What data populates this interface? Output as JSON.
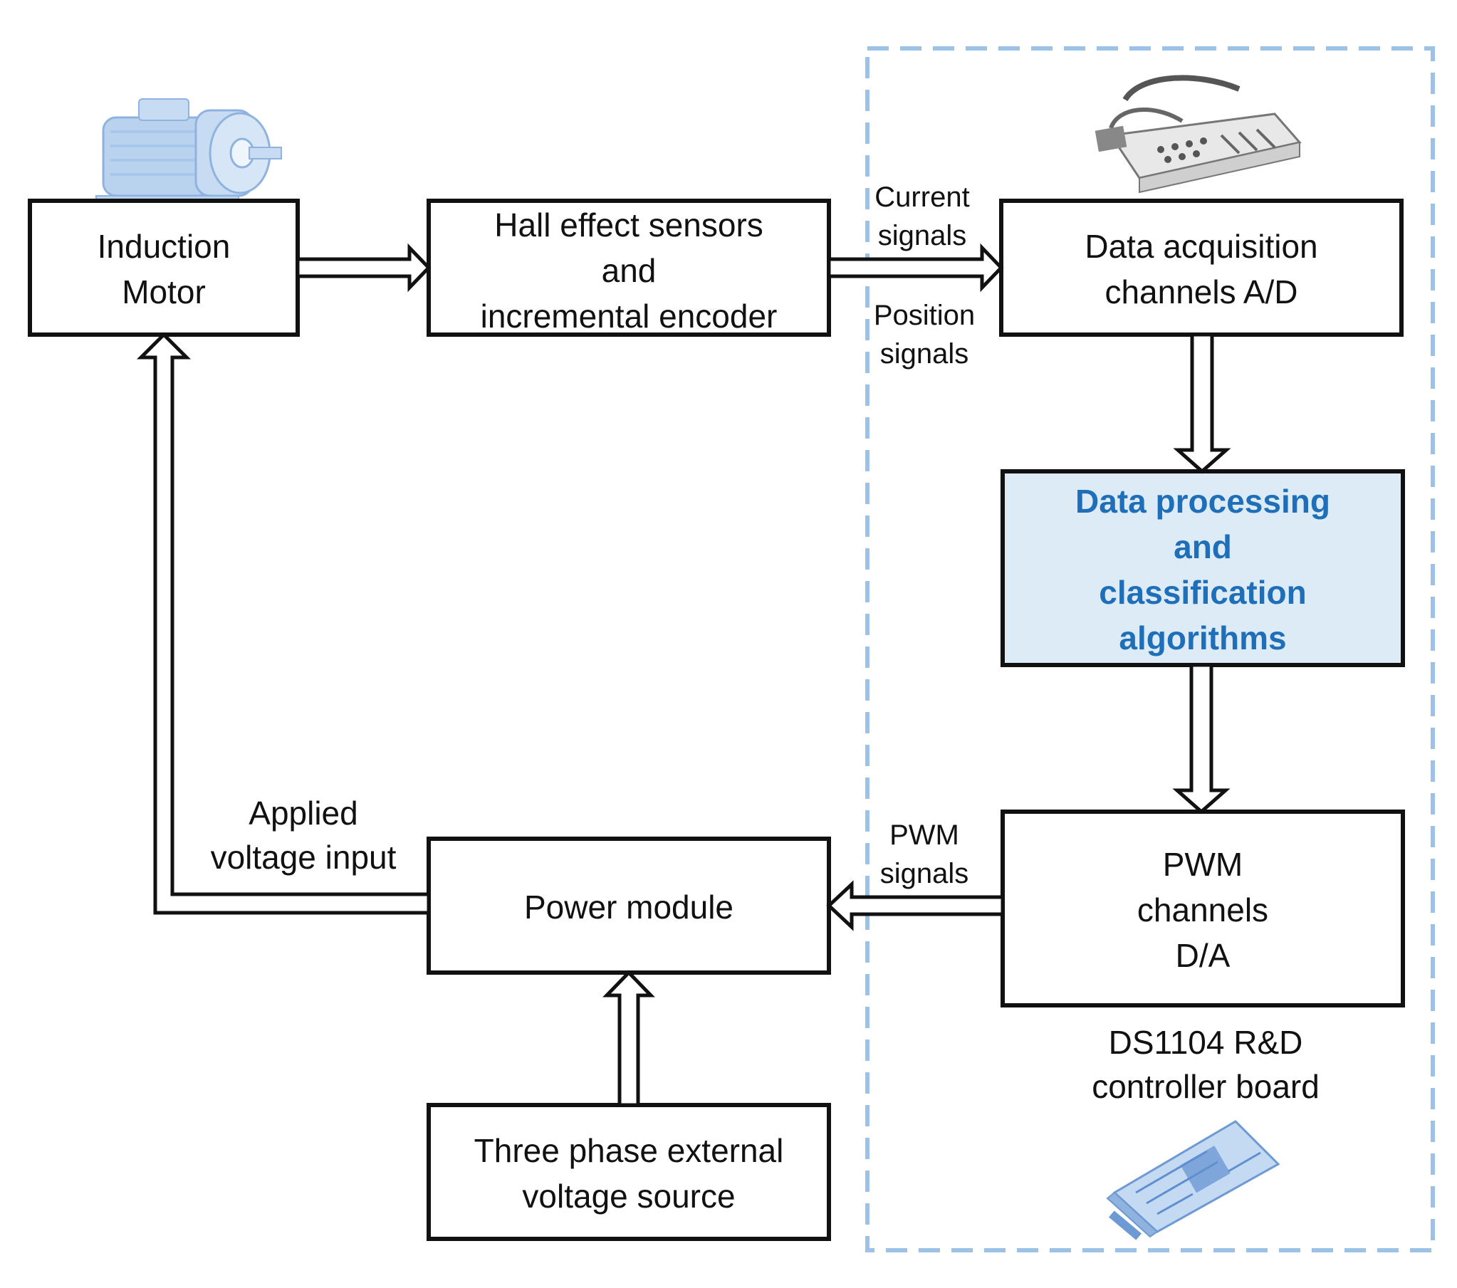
{
  "colors": {
    "outline": "#111111",
    "dashed_border": "#9cc3e5",
    "highlight_fill": "#ddebf7",
    "highlight_text": "#1f6fb8",
    "picture_blue": "#9dbfe6"
  },
  "boxes": {
    "induction_motor": [
      "Induction",
      "Motor"
    ],
    "hall_sensors": [
      "Hall effect sensors",
      "and",
      "incremental encoder"
    ],
    "data_acquisition": [
      "Data acquisition",
      "channels A/D"
    ],
    "data_processing": [
      "Data processing",
      "and",
      "classification",
      "algorithms"
    ],
    "pwm_channels": [
      "PWM",
      "channels",
      "D/A"
    ],
    "power_module": [
      "Power module"
    ],
    "voltage_source": [
      "Three phase external",
      "voltage source"
    ]
  },
  "labels": {
    "current_signals": [
      "Current",
      "signals"
    ],
    "position_signals": [
      "Position",
      "signals"
    ],
    "pwm_signals": [
      "PWM",
      "signals"
    ],
    "applied_voltage": [
      "Applied",
      "voltage input"
    ],
    "controller_board": [
      "DS1104 R&D",
      "controller board"
    ]
  },
  "icons": {
    "motor": "induction-motor-picture",
    "daq": "data-acquisition-hardware-picture",
    "board": "controller-board-picture"
  }
}
